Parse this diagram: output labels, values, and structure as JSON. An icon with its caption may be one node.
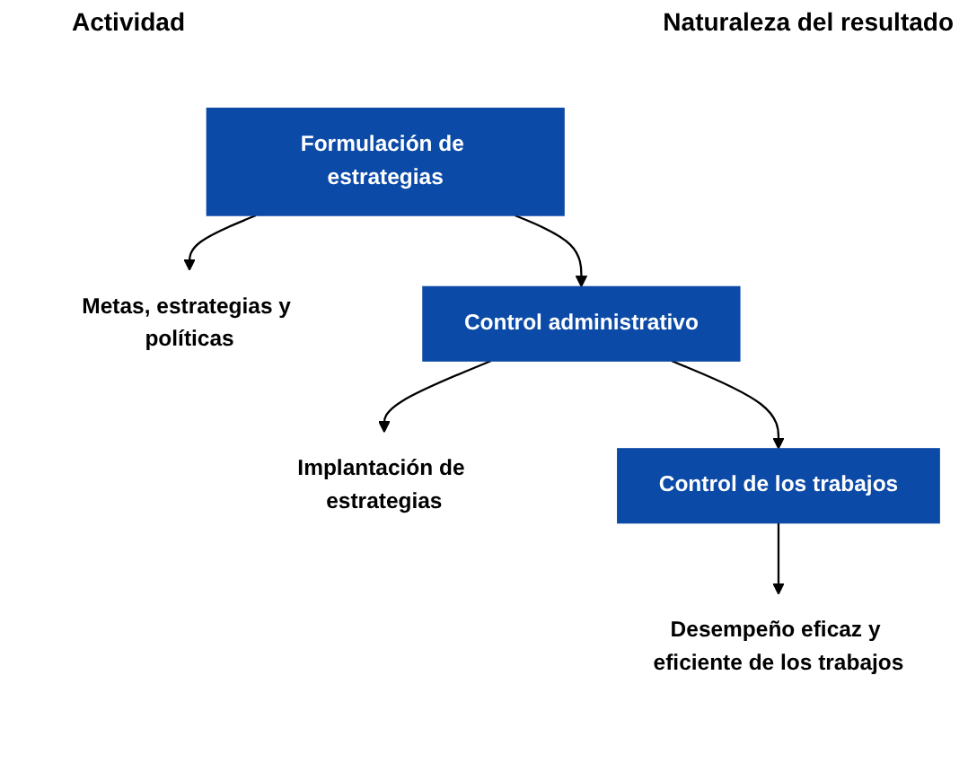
{
  "diagram": {
    "nodes": [
      {
        "text": [
          "Formulación de estrategias"
        ]
      },
      {
        "text": [
          "Metas, estrategias y políticas"
        ]
      },
      {
        "text": [
          "Control administrativo"
        ]
      },
      {
        "text": [
          "Implantación de estrategias"
        ]
      },
      {
        "text": [
          "Control de los trabajos"
        ]
      },
      {
        "text": [
          "Desempeño eficaz y eficiente de los trabajos"
        ]
      }
    ],
    "edges": [
      {
        "from": 0,
        "to": 1,
        "arrow": "to"
      },
      {
        "from": 0,
        "to": 2,
        "arrow": "to"
      },
      {
        "from": 2,
        "to": 3,
        "arrow": "to"
      },
      {
        "from": 2,
        "to": 4,
        "arrow": "to"
      },
      {
        "from": 4,
        "to": 5,
        "arrow": "to"
      }
    ],
    "labels": [
      "Actividad",
      "Naturaleza del resultado"
    ]
  }
}
